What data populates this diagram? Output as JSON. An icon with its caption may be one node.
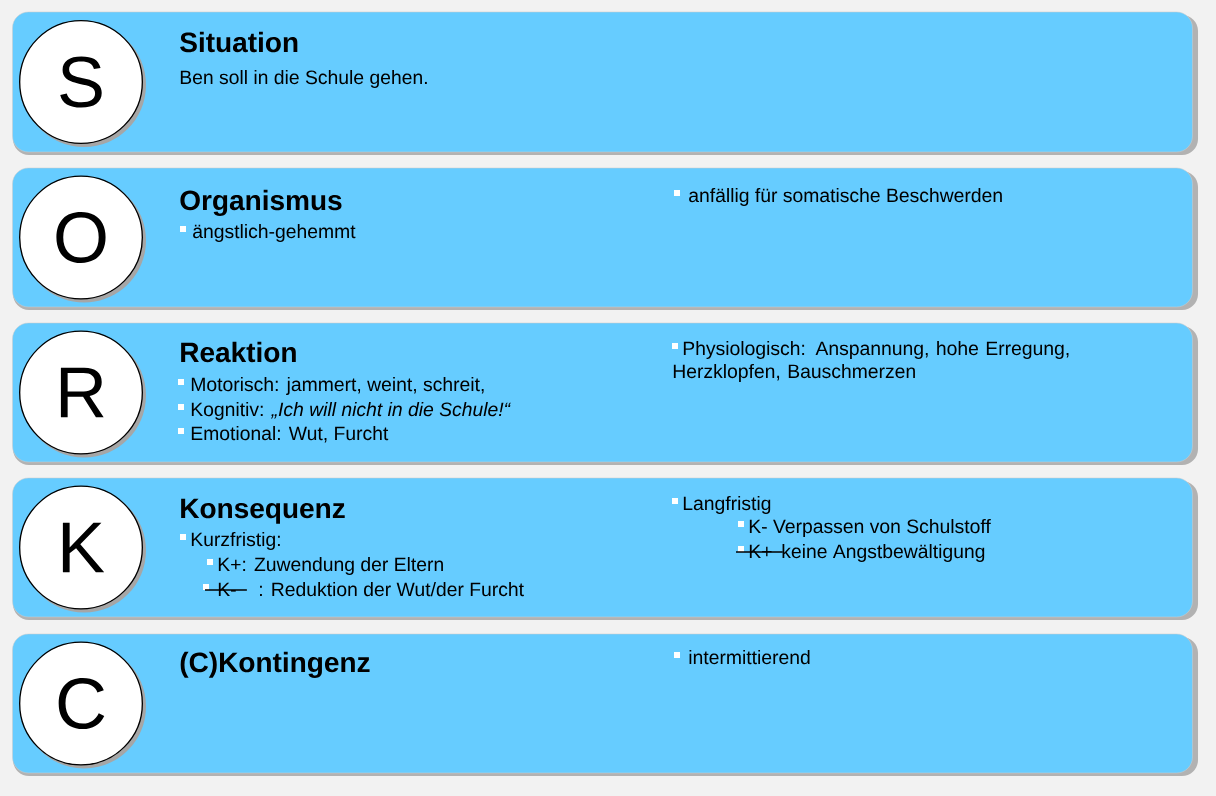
{
  "diagram": {
    "nodes": [
      {
        "text": [
          "Situation",
          "Ben soll in die Schule gehen."
        ]
      },
      {
        "text": [
          "S"
        ],
        "in": 0
      },
      {
        "text": [
          "Organismus",
          "ängstlich-gehemmt",
          "anfällig für somatische Beschwerden"
        ]
      },
      {
        "text": [
          "O"
        ],
        "in": 2
      },
      {
        "text": [
          "Reaktion",
          "Motorisch: jammert, weint, schreit,",
          "Kognitiv: *„Ich will nicht in die Schule!“*",
          "Emotional: Wut, Furcht",
          "Physiologisch: Anspannung, hohe Erregung, Herzklopfen, Bauschmerzen"
        ]
      },
      {
        "text": [
          "R"
        ],
        "in": 4
      },
      {
        "text": [
          "Konsequenz",
          "Kurzfristig:",
          "K+: Zuwendung der Eltern",
          "K-",
          ": Reduktion der Wut/der Furcht",
          "Langfristig",
          "K- Verpassen von Schulstoff",
          "K+",
          "keine Angstbewältigung"
        ]
      },
      {
        "text": [
          "K"
        ],
        "in": 6
      },
      {
        "text": [
          "(C)Kontingenz",
          "intermittierend"
        ]
      },
      {
        "text": [
          "C"
        ],
        "in": 8
      }
    ]
  }
}
